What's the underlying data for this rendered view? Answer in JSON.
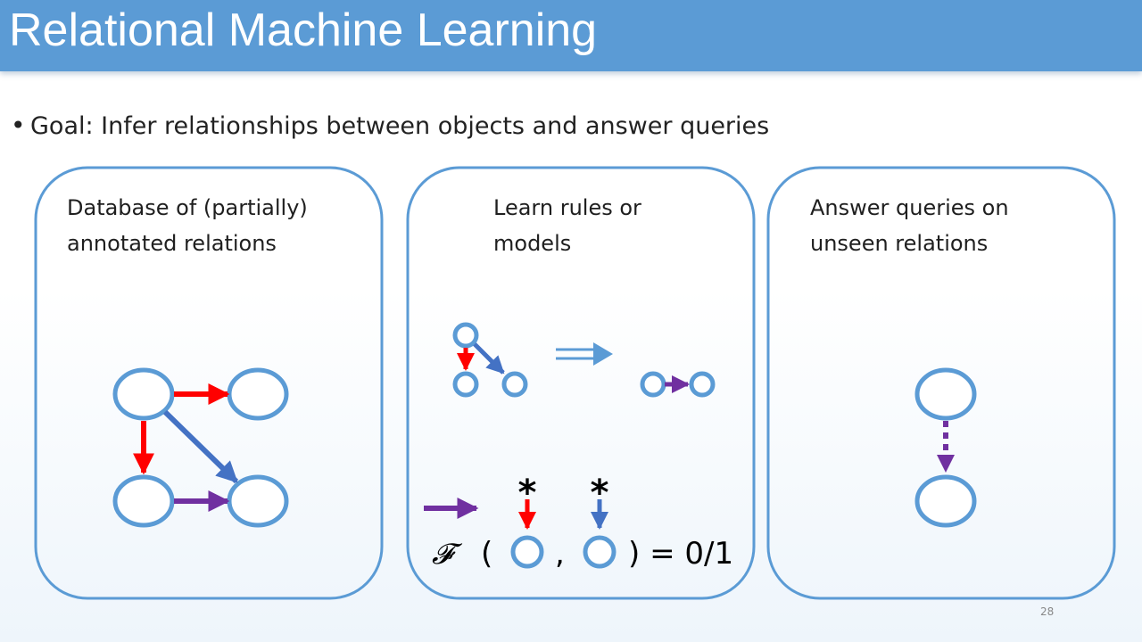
{
  "slide": {
    "title": "Relational Machine Learning",
    "bullet": "Goal: Infer relationships between objects and answer queries",
    "page_number": "28"
  },
  "panels": [
    {
      "label_line1": "Database of (partially)",
      "label_line2": "annotated relations"
    },
    {
      "label_line1": "Learn rules or",
      "label_line2": "models"
    },
    {
      "label_line1": "Answer queries on",
      "label_line2": "unseen relations"
    }
  ],
  "formula": {
    "function_symbol": "𝓕",
    "open_paren": "(",
    "comma": ",",
    "close_result": ") = 0/1",
    "star": "*"
  },
  "colors": {
    "node_stroke": "#5b9bd5",
    "edge_red": "#ff0000",
    "edge_blue": "#4472c4",
    "edge_purple": "#7030a0",
    "implies_arrow": "#5b9bd5",
    "title_bar": "#5b9bd5"
  }
}
